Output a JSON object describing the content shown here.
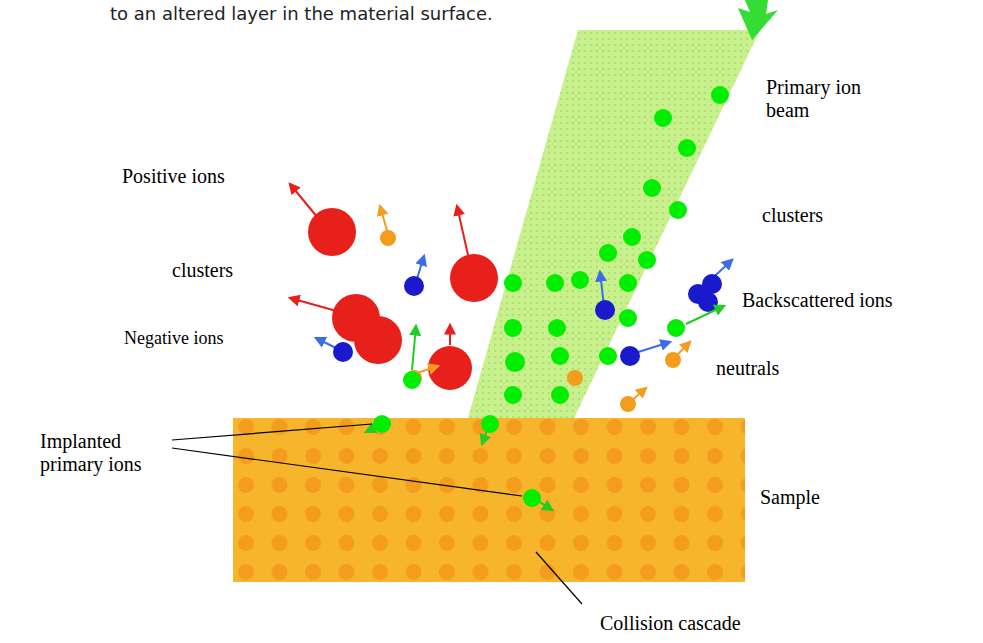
{
  "diagram": {
    "labels": [
      "to an altered layer in the material surface.",
      "Primary ion beam",
      "Positive ions",
      "clusters",
      "clusters",
      "Backscattered ions",
      "Negative ions",
      "neutrals",
      "Implanted primary ions",
      "Sample",
      "Collision cascade"
    ]
  }
}
